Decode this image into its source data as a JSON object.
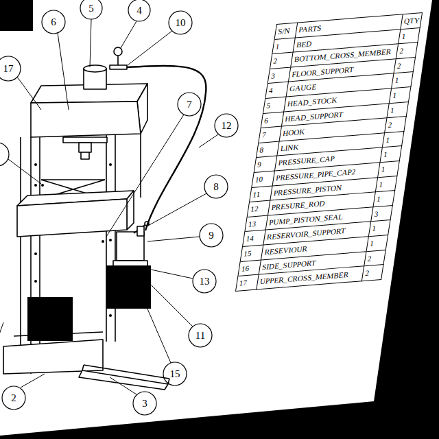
{
  "diagram": {
    "labels": [
      "5",
      "4",
      "6",
      "10",
      "17",
      "7",
      "12",
      "8",
      "9",
      "13",
      "11",
      "15",
      "2",
      "3",
      "S/N",
      "PARTS",
      "QTY",
      "1",
      "BED",
      "1",
      "2",
      "BOTTOM_CROSS_MEMBER",
      "2",
      "3",
      "FLOOR_SUPPORT",
      "2",
      "4",
      "GAUGE",
      "1",
      "5",
      "HEAD_STOCK",
      "1",
      "6",
      "HEAD_SUPPORT",
      "1",
      "7",
      "HOOK",
      "2",
      "8",
      "LINK",
      "1",
      "9",
      "PRESSURE_CAP",
      "1",
      "10",
      "PRESSURE_PIPE_CAP2",
      "1",
      "11",
      "PRESSURE_PISTON",
      "1",
      "12",
      "PRESURE_ROD",
      "1",
      "13",
      "PUMP_PISTON_SEAL",
      "3",
      "14",
      "RESERVOIR_SUPPORT",
      "1",
      "15",
      "RESEVIOUR",
      "1",
      "16",
      "SIDE_SUPPORT",
      "2",
      "17",
      "UPPER_CROSS_MEMBER",
      "2"
    ]
  }
}
